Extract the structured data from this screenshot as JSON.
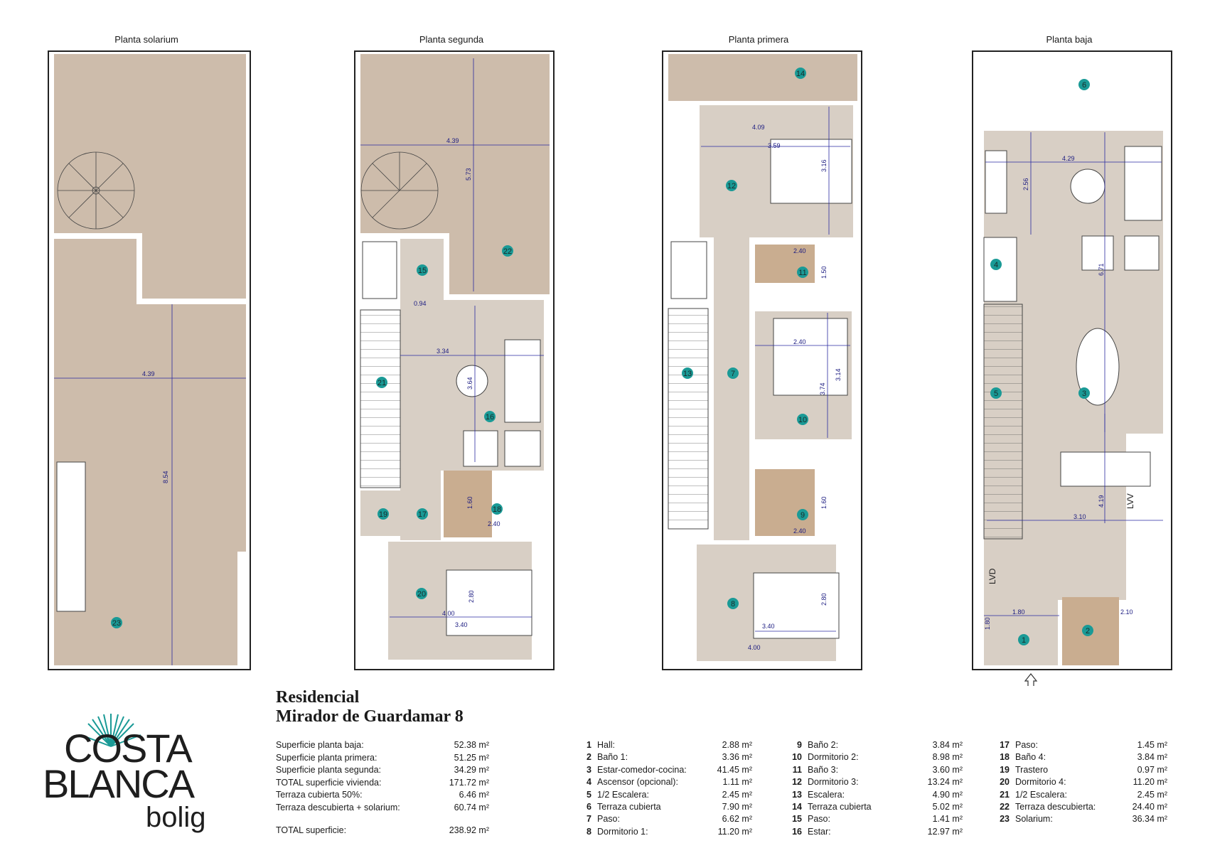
{
  "floors": {
    "solarium": "Planta solarium",
    "segunda": "Planta segunda",
    "primera": "Planta primera",
    "baja": "Planta baja"
  },
  "dimensions": {
    "sol_w": "4.39",
    "sol_h": "8.54",
    "seg_w": "4.39",
    "seg_h": "5.73",
    "seg_d1": "0.94",
    "seg_d2": "3.34",
    "seg_d3": "3.64",
    "seg_d4": "1.60",
    "seg_d5": "2.40",
    "seg_d6": "4.00",
    "seg_d7": "3.40",
    "seg_d8": "2.80",
    "pri_d1": "4.09",
    "pri_d2": "3.59",
    "pri_d3": "3.16",
    "pri_d4": "2.40",
    "pri_d5": "1.50",
    "pri_d6": "2.40",
    "pri_d7": "3.74",
    "pri_d8": "3.14",
    "pri_d9": "1.60",
    "pri_d10": "2.40",
    "pri_d11": "3.40",
    "pri_d12": "2.80",
    "pri_d13": "4.00",
    "baj_d1": "4.29",
    "baj_d2": "2.56",
    "baj_d3": "6.71",
    "baj_d4": "4.19",
    "baj_d5": "3.10",
    "baj_d6": "1.80",
    "baj_d7": "1.80",
    "baj_d8": "2.10"
  },
  "appliances": {
    "lvv": "LVV",
    "lvd": "LVD"
  },
  "logo": {
    "line1": "COSTA",
    "line2": "BLANCA",
    "line3": "bolig",
    "accent": "#1a9a96"
  },
  "colors": {
    "room_fill": "#d8cfc5",
    "wet_fill": "#c9ad90",
    "terrace_fill": "#cdbcab",
    "badge": "#1a9a96"
  },
  "project": {
    "line1": "Residencial",
    "line2": "Mirador de Guardamar 8"
  },
  "summary": [
    {
      "label": "Superficie planta baja:",
      "value": "52.38 m²"
    },
    {
      "label": "Superficie planta primera:",
      "value": "51.25 m²"
    },
    {
      "label": "Superficie planta segunda:",
      "value": "34.29 m²"
    },
    {
      "label": "TOTAL superficie vivienda:",
      "value": "171.72 m²"
    },
    {
      "label": "Terraza cubierta 50%:",
      "value": "6.46 m²"
    },
    {
      "label": "Terraza descubierta + solarium:",
      "value": "60.74 m²"
    }
  ],
  "total": {
    "label": "TOTAL superficie:",
    "value": "238.92 m²"
  },
  "rooms": [
    {
      "n": "1",
      "name": "Hall:",
      "area": "2.88 m²"
    },
    {
      "n": "2",
      "name": "Baño 1:",
      "area": "3.36 m²"
    },
    {
      "n": "3",
      "name": "Estar-comedor-cocina:",
      "area": "41.45 m²"
    },
    {
      "n": "4",
      "name": "Ascensor (opcional):",
      "area": "1.11 m²"
    },
    {
      "n": "5",
      "name": "1/2 Escalera:",
      "area": "2.45 m²"
    },
    {
      "n": "6",
      "name": "Terraza cubierta",
      "area": "7.90 m²"
    },
    {
      "n": "7",
      "name": "Paso:",
      "area": "6.62 m²"
    },
    {
      "n": "8",
      "name": "Dormitorio 1:",
      "area": "11.20 m²"
    },
    {
      "n": "9",
      "name": "Baño 2:",
      "area": "3.84 m²"
    },
    {
      "n": "10",
      "name": "Dormitorio 2:",
      "area": "8.98 m²"
    },
    {
      "n": "11",
      "name": "Baño 3:",
      "area": "3.60 m²"
    },
    {
      "n": "12",
      "name": "Dormitorio 3:",
      "area": "13.24 m²"
    },
    {
      "n": "13",
      "name": "Escalera:",
      "area": "4.90 m²"
    },
    {
      "n": "14",
      "name": "Terraza cubierta",
      "area": "5.02 m²"
    },
    {
      "n": "15",
      "name": "Paso:",
      "area": "1.41 m²"
    },
    {
      "n": "16",
      "name": "Estar:",
      "area": "12.97 m²"
    },
    {
      "n": "17",
      "name": "Paso:",
      "area": "1.45 m²"
    },
    {
      "n": "18",
      "name": "Baño 4:",
      "area": "3.84 m²"
    },
    {
      "n": "19",
      "name": "Trastero",
      "area": "0.97 m²"
    },
    {
      "n": "20",
      "name": "Dormitorio 4:",
      "area": "11.20 m²"
    },
    {
      "n": "21",
      "name": "1/2 Escalera:",
      "area": "2.45 m²"
    },
    {
      "n": "22",
      "name": "Terraza descubierta:",
      "area": "24.40 m²"
    },
    {
      "n": "23",
      "name": "Solarium:",
      "area": "36.34 m²"
    }
  ]
}
